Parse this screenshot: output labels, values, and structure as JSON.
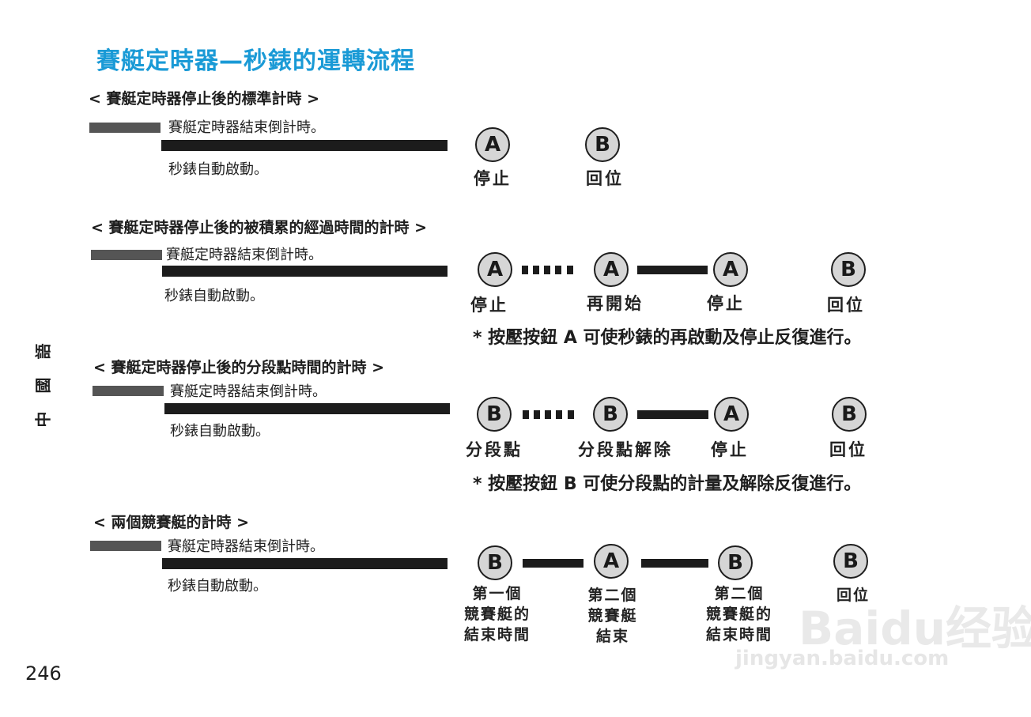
{
  "page": {
    "title": "賽艇定時器—秒錶的運轉流程",
    "side_label": [
      "語",
      "國",
      "中"
    ],
    "page_number": "246",
    "colors": {
      "title": "#1a9ad6",
      "bar_grey": "#555555",
      "bar_black": "#1c1c1c",
      "button_fill": "#d6d6d6"
    }
  },
  "sections": [
    {
      "heading": "< 賽艇定時器停止後的標準計時 >",
      "countdown_text": "賽艇定時器結束倒計時。",
      "auto_start_text": "秒錶自動啟動。",
      "steps": [
        {
          "button": "A",
          "label": "停止"
        },
        {
          "button": "B",
          "label": "回位"
        }
      ]
    },
    {
      "heading": "< 賽艇定時器停止後的被積累的經過時間的計時 >",
      "countdown_text": "賽艇定時器結束倒計時。",
      "auto_start_text": "秒錶自動啟動。",
      "steps": [
        {
          "button": "A",
          "label": "停止"
        },
        {
          "button": "A",
          "label": "再開始"
        },
        {
          "button": "A",
          "label": "停止"
        },
        {
          "button": "B",
          "label": "回位"
        }
      ],
      "note": "* 按壓按鈕 A 可使秒錶的再啟動及停止反復進行。"
    },
    {
      "heading": "< 賽艇定時器停止後的分段點時間的計時 >",
      "countdown_text": "賽艇定時器結束倒計時。",
      "auto_start_text": "秒錶自動啟動。",
      "steps": [
        {
          "button": "B",
          "label": "分段點"
        },
        {
          "button": "B",
          "label": "分段點解除"
        },
        {
          "button": "A",
          "label": "停止"
        },
        {
          "button": "B",
          "label": "回位"
        }
      ],
      "note": "* 按壓按鈕 B 可使分段點的計量及解除反復進行。"
    },
    {
      "heading": "< 兩個競賽艇的計時 >",
      "countdown_text": "賽艇定時器結束倒計時。",
      "auto_start_text": "秒錶自動啟動。",
      "steps": [
        {
          "button": "B",
          "label_lines": [
            "第一個",
            "競賽艇的",
            "結束時間"
          ]
        },
        {
          "button": "A",
          "label_lines": [
            "第二個",
            "競賽艇",
            "結束"
          ]
        },
        {
          "button": "B",
          "label_lines": [
            "第二個",
            "競賽艇的",
            "結束時間"
          ]
        },
        {
          "button": "B",
          "label_lines": [
            "回位"
          ]
        }
      ]
    }
  ],
  "watermark": {
    "brand": "Baidu经验",
    "url": "jingyan.baidu.com"
  }
}
